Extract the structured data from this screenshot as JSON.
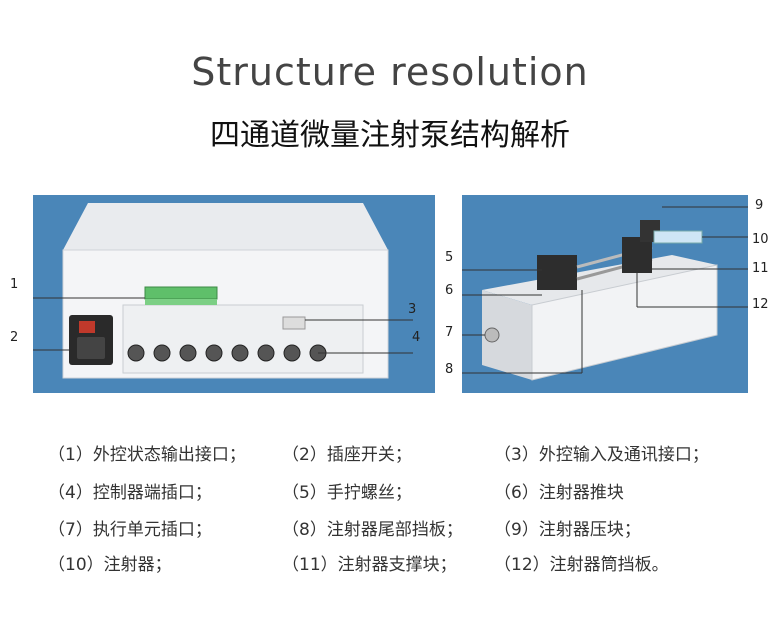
{
  "header": {
    "title_en": "Structure resolution",
    "title_cn": "四通道微量注射泵结构解析"
  },
  "callouts_left": [
    "1",
    "2",
    "3",
    "4"
  ],
  "callouts_right": [
    "5",
    "6",
    "7",
    "8",
    "9",
    "10",
    "11",
    "12"
  ],
  "legend": [
    [
      "（1）外控状态输出接口；",
      "（2）插座开关；",
      "（3）外控输入及通讯接口；"
    ],
    [
      "（4）控制器端插口；",
      "（5）手拧螺丝；",
      "（6）注射器推块"
    ],
    [
      "（7）执行单元插口；",
      "（8）注射器尾部挡板；",
      "（9）注射器压块；"
    ],
    [
      "（10）注射器；",
      "（11）注射器支撑块；",
      "（12）注射器筒挡板。"
    ]
  ]
}
